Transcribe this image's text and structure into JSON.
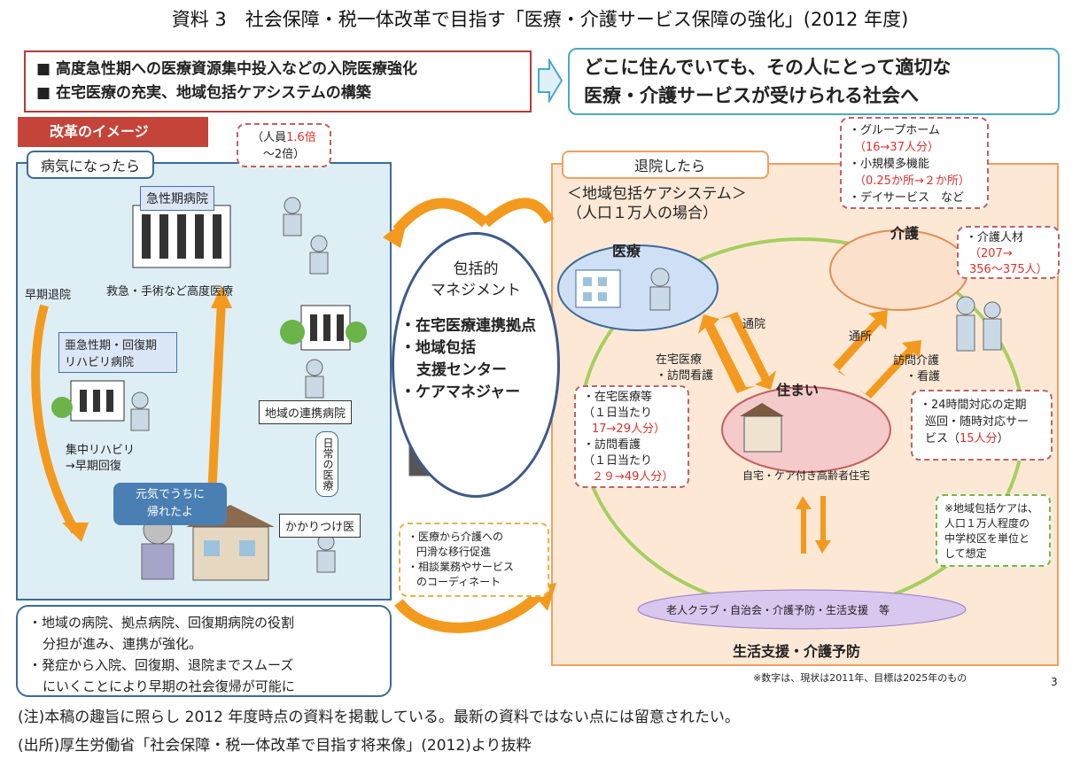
{
  "title": "資料 3　社会保障・税一体改革で目指す「医療・介護サービス保障の強化」(2012 年度)",
  "top_left": {
    "line1": "■ 高度急性期への医療資源集中投入などの入院医療強化",
    "line2": "■ 在宅医療の充実、地域包括ケアシステムの構築"
  },
  "top_right": {
    "line1": "どこに住んでいても、その人にとって適切な",
    "line2": "医療・介護サービスが受けられる社会へ"
  },
  "reform_tag": "改革のイメージ",
  "left_panel": {
    "tab": "病気になったら",
    "staff_bubble_a": "（人員",
    "staff_bubble_b": "1.6倍",
    "staff_bubble_c": "～2倍）",
    "acute_hospital": "急性期病院",
    "acute_caption": "救急・手術など高度医療",
    "early_discharge": "早期退院",
    "rehab_hospital_1": "亜急性期・回復期",
    "rehab_hospital_2": "リハビリ病院",
    "rehab_caption_1": "集中リハビリ",
    "rehab_caption_2": "→早期回復",
    "home_speech_1": "元気でうちに",
    "home_speech_2": "帰れたよ",
    "regional_hospital": "地域の連携病院",
    "daily_care": "日常の医療",
    "family_doctor": "かかりつけ医"
  },
  "center": {
    "heading_1": "包括的",
    "heading_2": "マネジメント",
    "item1": "・在宅医療連携拠点",
    "item2a": "・地域包括",
    "item2b": "支援センター",
    "item3": "・ケアマネジャー"
  },
  "bottom_left": {
    "line1": "・地域の病院、拠点病院、回復期病院の役割",
    "line2": "分担が進み、連携が強化。",
    "line3": "・発症から入院、回復期、退院までスムーズ",
    "line4": "にいくことにより早期の社会復帰が可能に"
  },
  "yellow_note": {
    "line1": "・医療から介護への",
    "line2": "円滑な移行促進",
    "line3": "・相談業務やサービス",
    "line4": "のコーディネート"
  },
  "right_panel": {
    "tab": "退院したら",
    "system_title": "＜地域包括ケアシステム＞",
    "system_sub": "（人口１万人の場合）",
    "medical": "医療",
    "care": "介護",
    "home": "住まい",
    "home_caption": "自宅・ケア付き高齢者住宅",
    "outpatient": "通院",
    "home_medical_1": "在宅医療",
    "home_medical_2": "・訪問看護",
    "day_care": "通所",
    "visit_care_1": "訪問介護",
    "visit_care_2": "・看護",
    "life_support": "生活支援・介護予防",
    "community": "老人クラブ・自治会・介護予防・生活支援　等",
    "footnote": "※数字は、現状は2011年、目標は2025年のもの",
    "page_no": "3"
  },
  "care_facility_bubble": {
    "l1": "・グループホーム",
    "l2": "（16→37人分）",
    "l3": "・小規模多機能",
    "l4": "（0.25か所→２か所）",
    "l5": "・デイサービス　など"
  },
  "care_staff_bubble": {
    "l1": "・介護人材",
    "l2": "（207→",
    "l3": "356～375人）"
  },
  "home_medical_bubble": {
    "l1": "・在宅医療等",
    "l2": "（１日当たり",
    "l3": "17→29人分）",
    "l4": "・訪問看護",
    "l5": "（１日当たり",
    "l6": "２９→49人分）"
  },
  "round_the_clock_bubble": {
    "l1": "・24時間対応の定期",
    "l2": "巡回・随時対応サー",
    "l3": "ビス（",
    "l3b": "15人分",
    "l3c": "）"
  },
  "green_note": {
    "l1": "※地域包括ケアは、",
    "l2": "人口１万人程度の",
    "l3": "中学校区を単位と",
    "l4": "して想定"
  },
  "footer": {
    "note": "(注)本稿の趣旨に照らし 2012 年度時点の資料を掲載している。最新の資料ではない点には留意されたい。",
    "source": "(出所)厚生労働省「社会保障・税一体改革で目指す将来像」(2012)より抜粋"
  },
  "colors": {
    "accent_red": "#e0302a",
    "orange_arrow": "#f39a1e",
    "left_panel_bg": "#deeef5",
    "right_panel_bg": "#fde8d6"
  }
}
